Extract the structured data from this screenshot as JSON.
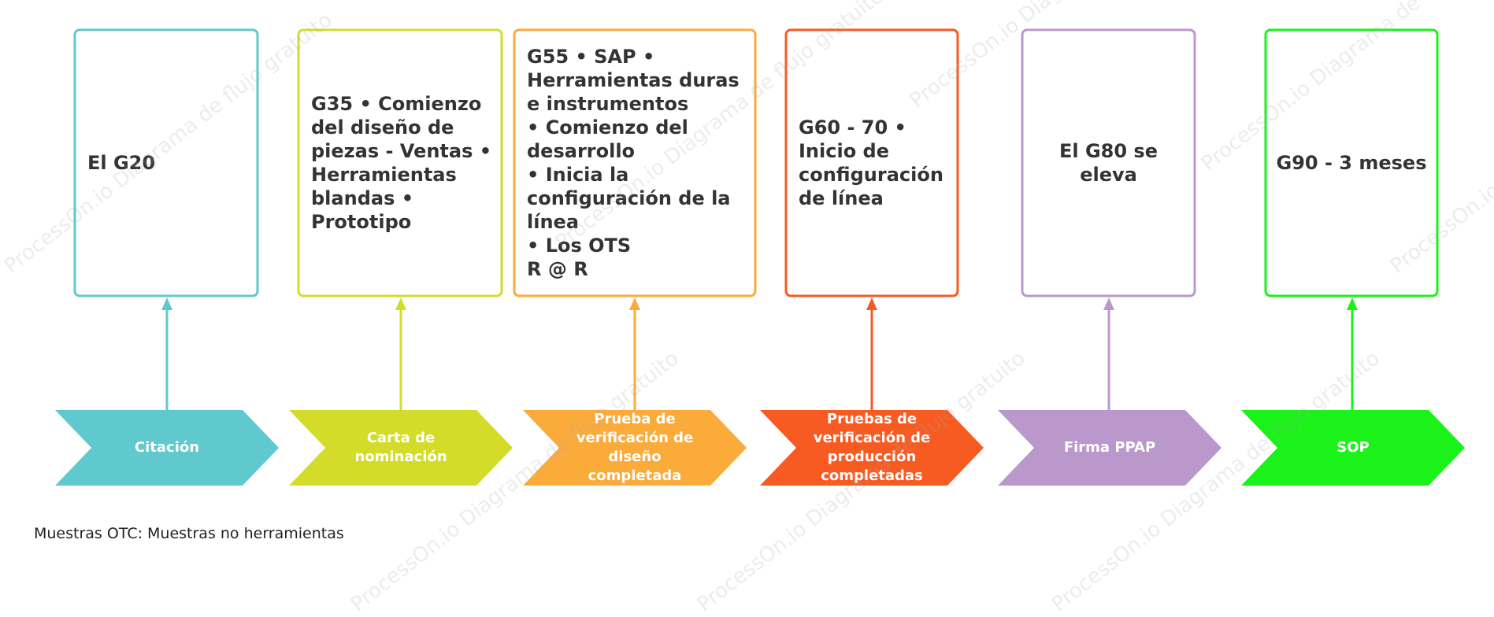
{
  "stages": [
    {
      "key": "citacion",
      "color": "#5FC9CD",
      "box_text": "El G20",
      "label": "Citación",
      "box_align": "left"
    },
    {
      "key": "nominacion",
      "color": "#D4DC2A",
      "box_text": "G35 • Comienzo del diseño de piezas - Ventas • Herramientas blandas • Prototipo",
      "label": "Carta de nominación",
      "box_align": "left"
    },
    {
      "key": "verificacion-diseno",
      "color": "#FBAB3A",
      "box_text": "G55 • SAP • Herramientas duras e instrumentos\n• Comienzo del desarrollo\n• Inicia la configuración de la línea\n• Los OTS\nR @ R",
      "label": "Prueba de verificación de diseño completada",
      "box_align": "left"
    },
    {
      "key": "verificacion-produccion",
      "color": "#F75B22",
      "box_text": "G60 - 70 • Inicio de configuración de línea",
      "label": "Pruebas de verificación de producción completadas",
      "box_align": "left"
    },
    {
      "key": "ppap",
      "color": "#BB98CC",
      "box_text": "El G80 se eleva",
      "label": "Firma PPAP",
      "box_align": "center"
    },
    {
      "key": "sop",
      "color": "#1AF21A",
      "box_text": "G90 - 3 meses",
      "label": "SOP",
      "box_align": "center"
    }
  ],
  "note": "Muestras OTC: Muestras no herramientas",
  "watermark": "ProcessOn.io Diagrama de flujo gratuito"
}
